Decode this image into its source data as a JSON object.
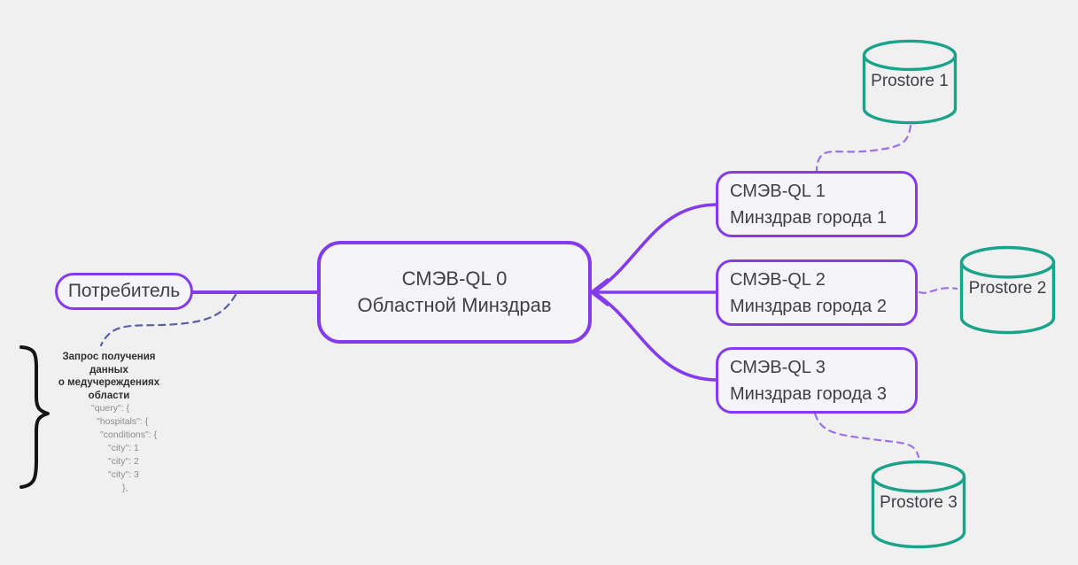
{
  "consumer": {
    "label": "Потребитель"
  },
  "central": {
    "line1": "СМЭВ-QL 0",
    "line2": "Областной Минздрав"
  },
  "nodes": [
    {
      "line1": "СМЭВ-QL 1",
      "line2": "Минздрав города 1"
    },
    {
      "line1": "СМЭВ-QL 2",
      "line2": "Минздрав города 2"
    },
    {
      "line1": "СМЭВ-QL 3",
      "line2": "Минздрав города 3"
    }
  ],
  "datastores": [
    {
      "label": "Prostore 1"
    },
    {
      "label": "Prostore 2"
    },
    {
      "label": "Prostore 3"
    }
  ],
  "annotation": {
    "title_lines": [
      "Запрос получения данных",
      "о медучереждениях",
      "области"
    ],
    "code_lines": [
      "\"query\": {",
      "\"hospitals\": {",
      "\"conditions\": {",
      "\"city\": 1",
      "\"city\": 2",
      "\"city\": 3",
      "},"
    ]
  },
  "colors": {
    "background": "#f1f0f1",
    "node_border_purple": "#833bec",
    "dashed_connector_purple": "#9b70ee",
    "dashed_annotation_indigo": "#5560a8",
    "datastore_teal": "#1aa38b",
    "node_text": "#3f3f46"
  }
}
